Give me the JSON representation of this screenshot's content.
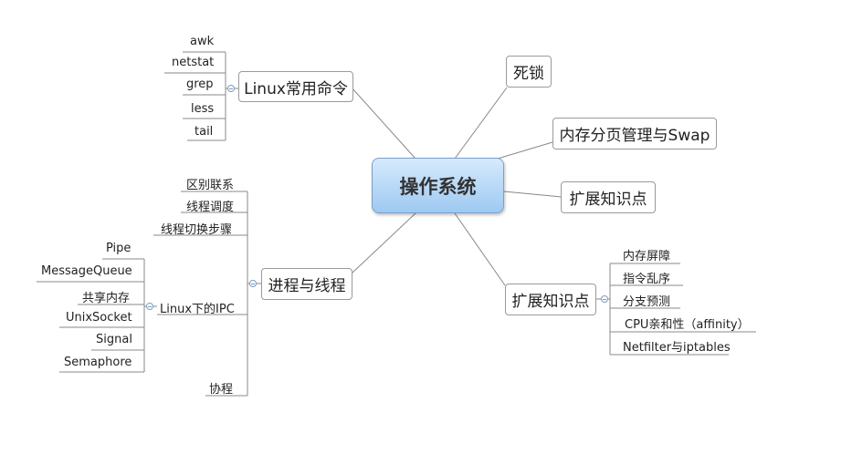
{
  "root": {
    "label": "操作系统"
  },
  "branches": {
    "linux_cmds": {
      "label": "Linux常用命令",
      "items": [
        "awk",
        "netstat",
        "grep",
        "less",
        "tail"
      ]
    },
    "deadlock": {
      "label": "死锁"
    },
    "memory": {
      "label": "内存分页管理与Swap"
    },
    "ext1": {
      "label": "扩展知识点"
    },
    "ext2": {
      "label": "扩展知识点",
      "items": [
        "内存屏障",
        "指令乱序",
        "分支预测",
        "CPU亲和性（affinity）",
        "Netfilter与iptables"
      ]
    },
    "process": {
      "label": "进程与线程",
      "items": [
        "区别联系",
        "线程调度",
        "线程切换步骤",
        "Linux下的IPC",
        "协程"
      ],
      "ipc": [
        "Pipe",
        "MessageQueue",
        "共享内存",
        "UnixSocket",
        "Signal",
        "Semaphore"
      ]
    }
  },
  "colors": {
    "root_gradient_top": "#d6eafc",
    "root_gradient_bottom": "#9ec9f2",
    "line": "#888888",
    "toggle": "#7a9cc4"
  }
}
